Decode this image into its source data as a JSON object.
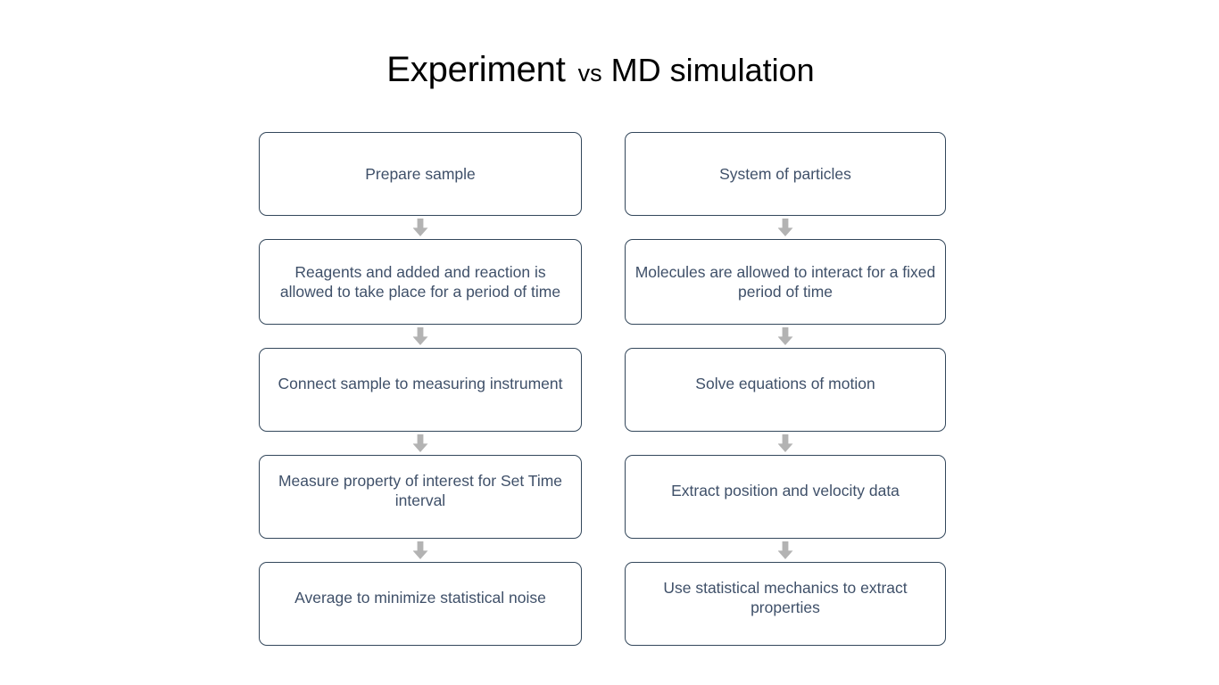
{
  "title": {
    "left": "Experiment",
    "separator": "vs",
    "right_main": "MD",
    "right_rest": "simulation"
  },
  "columns": [
    {
      "name": "experiment",
      "steps": [
        "Prepare sample",
        "Reagents and added and reaction is allowed to take place for a period of time",
        "Connect sample to measuring instrument",
        "Measure property of interest for Set Time interval",
        "Average to minimize statistical noise"
      ]
    },
    {
      "name": "md-simulation",
      "steps": [
        "System of particles",
        "Molecules are allowed to interact for a fixed period of time",
        "Solve equations of motion",
        "Extract position and velocity data",
        "Use statistical mechanics to extract properties"
      ]
    }
  ],
  "colors": {
    "box_border": "#33475b",
    "box_text": "#3f5069",
    "arrow": "#b3b3b3",
    "title_text": "#000000",
    "background": "#ffffff"
  },
  "icons": {
    "connector": "arrow-down-icon"
  }
}
